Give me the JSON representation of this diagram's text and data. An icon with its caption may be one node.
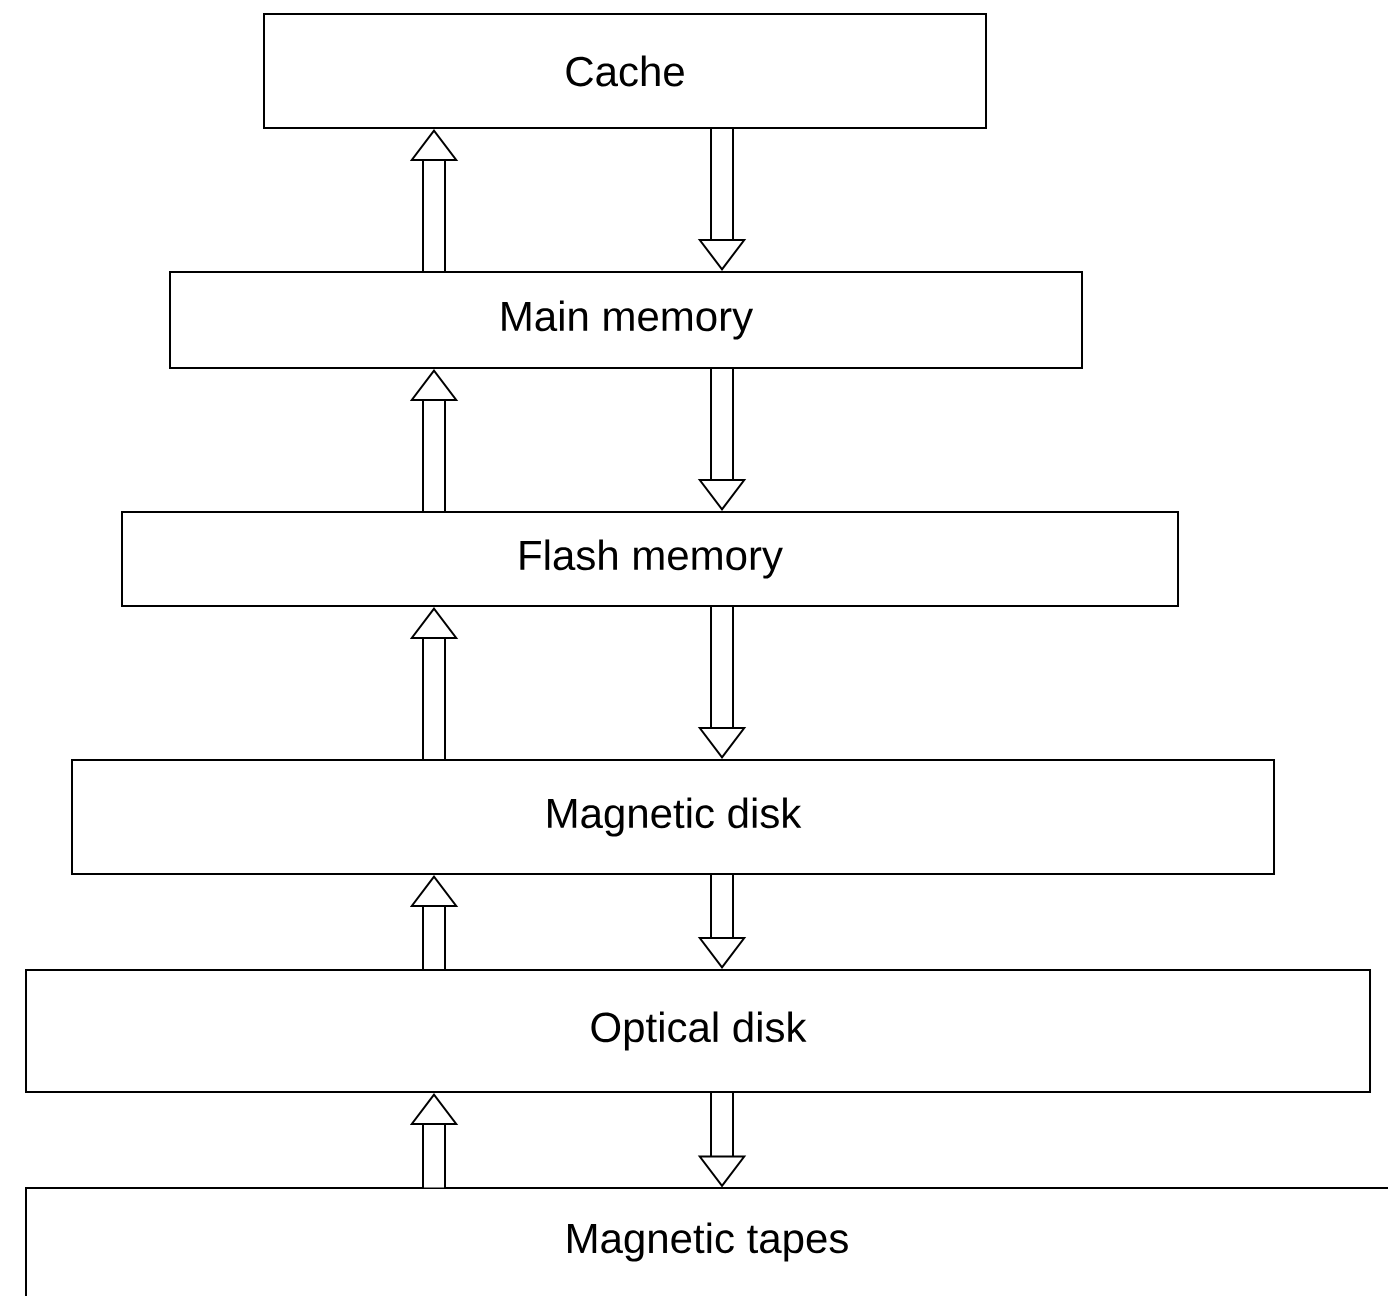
{
  "diagram": {
    "nodes": [
      {
        "text": [
          "Cache"
        ]
      },
      {
        "text": [
          "Main memory"
        ]
      },
      {
        "text": [
          "Flash memory"
        ]
      },
      {
        "text": [
          "Magnetic disk"
        ]
      },
      {
        "text": [
          "Optical disk"
        ]
      },
      {
        "text": [
          "Magnetic tapes"
        ]
      }
    ],
    "edges": [
      {
        "from": 1,
        "to": 0,
        "arrow": "to"
      },
      {
        "from": 0,
        "to": 1,
        "arrow": "to"
      },
      {
        "from": 2,
        "to": 1,
        "arrow": "to"
      },
      {
        "from": 1,
        "to": 2,
        "arrow": "to"
      },
      {
        "from": 3,
        "to": 2,
        "arrow": "to"
      },
      {
        "from": 2,
        "to": 3,
        "arrow": "to"
      },
      {
        "from": 4,
        "to": 3,
        "arrow": "to"
      },
      {
        "from": 3,
        "to": 4,
        "arrow": "to"
      },
      {
        "from": 5,
        "to": 4,
        "arrow": "to"
      },
      {
        "from": 4,
        "to": 5,
        "arrow": "to"
      }
    ]
  }
}
